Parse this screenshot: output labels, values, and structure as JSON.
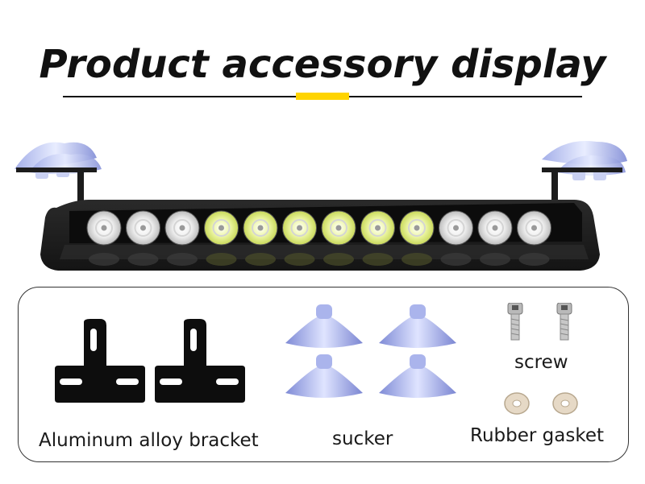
{
  "header": {
    "title": "Product accessory display",
    "accent_color": "#ffd400"
  },
  "product": {
    "name_icon": "led-light-bar",
    "lamp_colors": [
      "white",
      "white",
      "white",
      "amber",
      "amber",
      "amber",
      "amber",
      "amber",
      "amber",
      "white",
      "white",
      "white"
    ]
  },
  "accessories": {
    "bracket_label": "Aluminum alloy bracket",
    "sucker_label": "sucker",
    "screw_label": "screw",
    "gasket_label": "Rubber gasket"
  }
}
